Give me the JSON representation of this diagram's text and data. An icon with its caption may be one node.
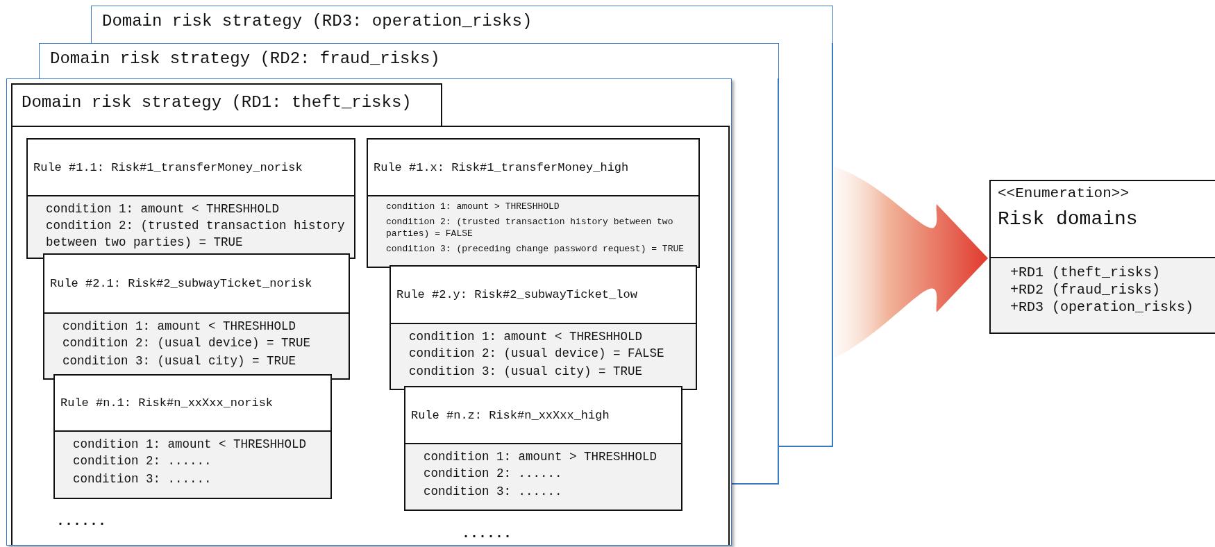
{
  "diagram": {
    "nodes": [
      {
        "text": [
          "Domain risk strategy (RD3: operation_risks)"
        ]
      },
      {
        "text": [
          "Domain risk strategy (RD2: fraud_risks)"
        ]
      },
      {
        "text": [
          "Domain risk strategy (RD1: theft_risks)"
        ]
      },
      {
        "text": [
          "Rule #1.1: Risk#1_transferMoney_norisk",
          "condition 1: amount < THRESHHOLD",
          "condition 2: (trusted transaction history between two parties) = TRUE"
        ],
        "in": 2
      },
      {
        "text": [
          "Rule #1.x: Risk#1_transferMoney_high",
          "condition 1: amount > THRESHHOLD",
          "condition 2: (trusted transaction history between two parties) = FALSE",
          "condition 3: (preceding change password request) = TRUE"
        ],
        "in": 2
      },
      {
        "text": [
          "Rule #2.1: Risk#2_subwayTicket_norisk",
          "condition 1: amount < THRESHHOLD",
          "condition 2: (usual device) = TRUE",
          "condition 3: (usual city) = TRUE"
        ],
        "in": 2
      },
      {
        "text": [
          "Rule #2.y: Risk#2_subwayTicket_low",
          "condition 1: amount < THRESHHOLD",
          "condition 2: (usual device) = FALSE",
          "condition 3: (usual city) = TRUE"
        ],
        "in": 2
      },
      {
        "text": [
          "Rule #n.1: Risk#n_xxXxx_norisk",
          "condition 1: amount < THRESHHOLD",
          "condition 2: ......",
          "condition 3: ......"
        ],
        "in": 2
      },
      {
        "text": [
          "Rule #n.z: Risk#n_xxXxx_high",
          "condition 1: amount > THRESHHOLD",
          "condition 2: ......",
          "condition 3: ......"
        ],
        "in": 2
      },
      {
        "text": [
          "<<Enumeration>>",
          "Risk domains",
          "+RD1 (theft_risks)",
          "+RD2 (fraud_risks)",
          "+RD3 (operation_risks)"
        ]
      }
    ],
    "edges": [
      {
        "from": 0,
        "to": 9,
        "arrow": "to"
      }
    ],
    "labels": [
      "......",
      "......"
    ]
  }
}
